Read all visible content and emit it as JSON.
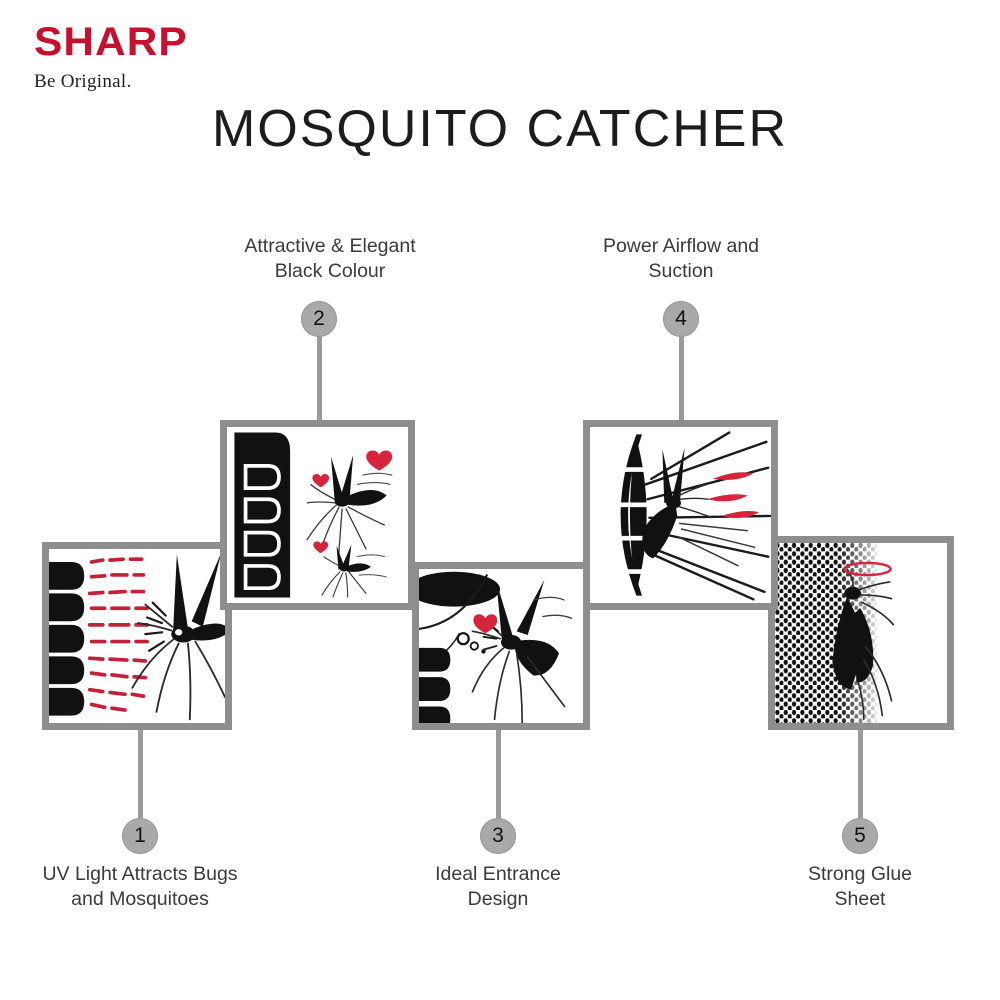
{
  "brand": {
    "wordmark": "SHARP",
    "tagline": "Be Original.",
    "red": "#c8102e"
  },
  "title": "MOSQUITO CATCHER",
  "theme": {
    "frame_gray": "#8e8e8e",
    "badge_gray": "#a9a9a9",
    "connector_gray": "#9a9a9a",
    "accent_red": "#d6243c",
    "ink_black": "#111111",
    "background": "#ffffff"
  },
  "features": [
    {
      "number": "1",
      "caption_line1": "UV Light Attracts Bugs",
      "caption_line2": "and Mosquitoes",
      "caption_position": "bottom",
      "illustration": "uv-lamp-rays-mosquito"
    },
    {
      "number": "2",
      "caption_line1": "Attractive & Elegant",
      "caption_line2": "Black Colour",
      "caption_position": "top",
      "illustration": "black-body-panel-mosquitoes-hearts"
    },
    {
      "number": "3",
      "caption_line1": "Ideal Entrance",
      "caption_line2": "Design",
      "caption_position": "bottom",
      "illustration": "entrance-opening-mosquito-heart"
    },
    {
      "number": "4",
      "caption_line1": "Power Airflow and",
      "caption_line2": "Suction",
      "caption_position": "top",
      "illustration": "fan-airflow-suction-mosquito"
    },
    {
      "number": "5",
      "caption_line1": "Strong Glue",
      "caption_line2": "Sheet",
      "caption_position": "bottom",
      "illustration": "glue-sheet-trapped-mosquito-halo"
    }
  ]
}
